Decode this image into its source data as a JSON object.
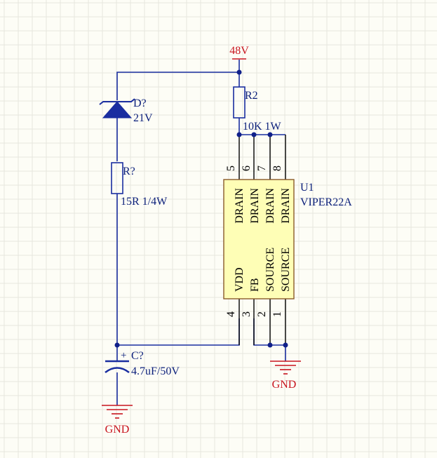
{
  "colors": {
    "background": "#fdfdf6",
    "grid": "#e6e6de",
    "wire": "#1a2ea0",
    "text": "#0b1f7a",
    "power": "#c8141e",
    "ic_fill": "#fefeb6",
    "ic_border": "#8a5a2a",
    "junction": "#10208a"
  },
  "power": {
    "supply": "48V",
    "ground_left": "GND",
    "ground_right": "GND"
  },
  "zener": {
    "designator": "D?",
    "value": "21V"
  },
  "resistor_r2": {
    "designator": "R2",
    "value": "10K 1W"
  },
  "resistor_rq": {
    "designator": "R?",
    "value": "15R 1/4W"
  },
  "capacitor": {
    "designator": "C?",
    "value": "4.7uF/50V",
    "polarity": "+"
  },
  "ic": {
    "designator": "U1",
    "part": "VIPER22A",
    "pins": [
      {
        "number": "5",
        "name": "DRAIN"
      },
      {
        "number": "6",
        "name": "DRAIN"
      },
      {
        "number": "7",
        "name": "DRAIN"
      },
      {
        "number": "8",
        "name": "DRAIN"
      },
      {
        "number": "4",
        "name": "VDD"
      },
      {
        "number": "3",
        "name": "FB"
      },
      {
        "number": "2",
        "name": "SOURCE"
      },
      {
        "number": "1",
        "name": "SOURCE"
      }
    ]
  }
}
